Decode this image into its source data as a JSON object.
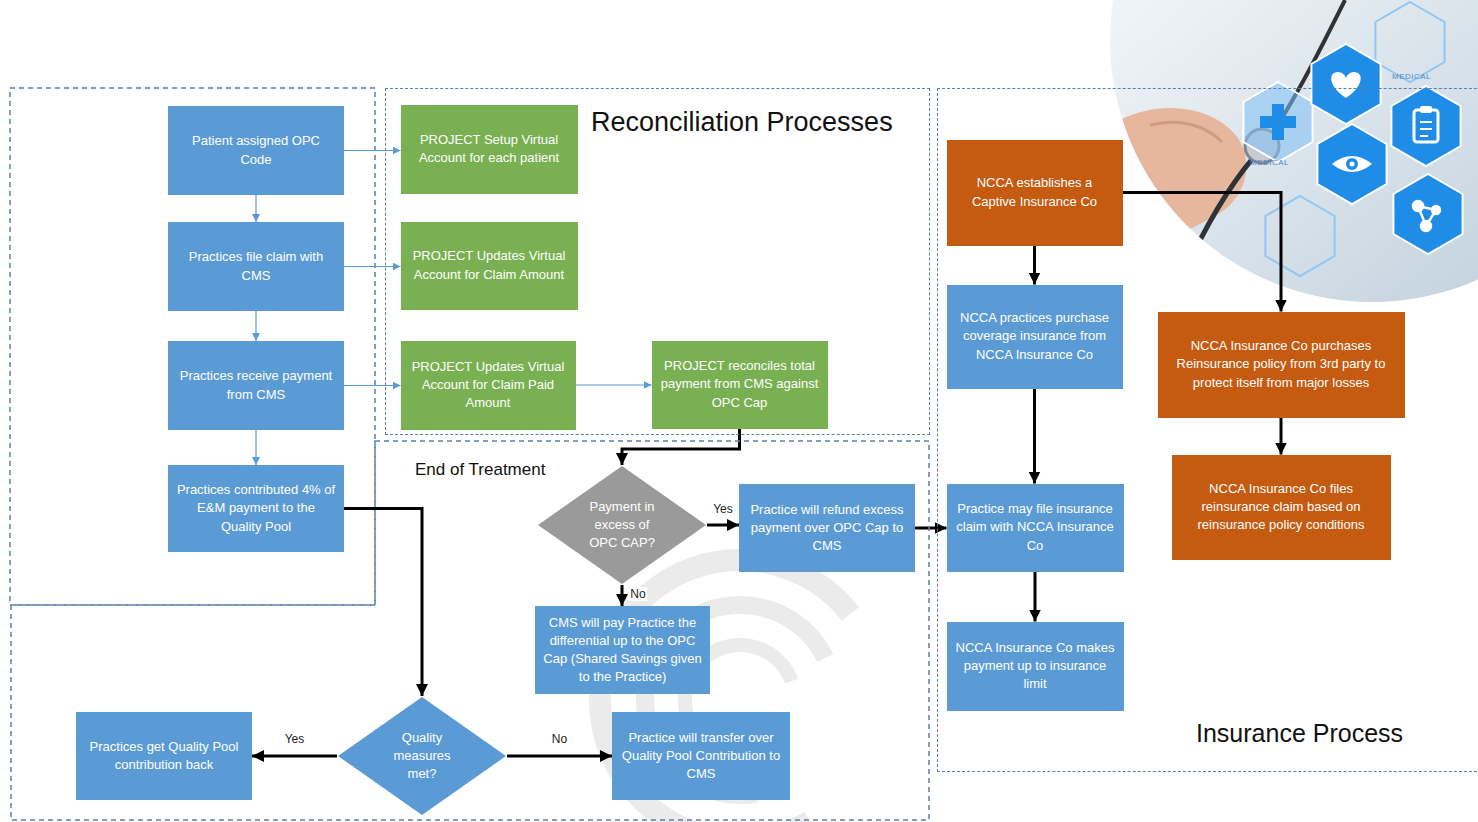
{
  "diagram": {
    "nodes": [
      {
        "text": [
          "Patient assigned OPC Code"
        ]
      },
      {
        "text": [
          "Practices file claim with CMS"
        ]
      },
      {
        "text": [
          "Practices receive payment from CMS"
        ]
      },
      {
        "text": [
          "Practices contributed 4% of E&M payment to the Quality Pool"
        ]
      },
      {
        "text": [
          "Reconciliation Processes"
        ]
      },
      {
        "text": [
          "PROJECT Setup Virtual Account for each patient"
        ],
        "in": 4
      },
      {
        "text": [
          "PROJECT Updates Virtual Account for Claim Amount"
        ],
        "in": 4
      },
      {
        "text": [
          "PROJECT Updates Virtual Account for Claim Paid Amount"
        ],
        "in": 4
      },
      {
        "text": [
          "PROJECT reconciles total payment from CMS against OPC Cap"
        ],
        "in": 4
      },
      {
        "text": [
          "End of Treatment"
        ]
      },
      {
        "text": [
          "Payment in excess of OPC CAP?"
        ],
        "in": 9
      },
      {
        "text": [
          "Practice will refund excess payment over OPC Cap to CMS"
        ],
        "in": 9
      },
      {
        "text": [
          "CMS will pay Practice the differential up to the OPC Cap (Shared Savings given to the Practice)"
        ],
        "in": 9
      },
      {
        "text": [
          "Quality measures met?"
        ],
        "in": 9
      },
      {
        "text": [
          "Practices get Quality Pool contribution back"
        ],
        "in": 9
      },
      {
        "text": [
          "Practice will transfer over Quality Pool Contribution to CMS"
        ],
        "in": 9
      },
      {
        "text": [
          "Insurance Process"
        ]
      },
      {
        "text": [
          "NCCA establishes a Captive Insurance Co"
        ],
        "in": 16
      },
      {
        "text": [
          "NCCA practices purchase coverage insurance from NCCA Insurance Co"
        ],
        "in": 16
      },
      {
        "text": [
          "NCCA Insurance Co purchases Reinsurance policy from 3rd party to protect itself from major losses"
        ],
        "in": 16
      },
      {
        "text": [
          "NCCA Insurance Co files reinsurance claim based on reinsurance policy conditions"
        ],
        "in": 16
      },
      {
        "text": [
          "Practice may file insurance claim with NCCA Insurance Co"
        ],
        "in": 16
      },
      {
        "text": [
          "NCCA Insurance Co makes payment up to insurance limit"
        ],
        "in": 16
      }
    ],
    "edges": [
      {
        "from": 0,
        "to": 1,
        "arrow": "to"
      },
      {
        "from": 1,
        "to": 2,
        "arrow": "to"
      },
      {
        "from": 2,
        "to": 3,
        "arrow": "to"
      },
      {
        "from": 0,
        "to": 5,
        "arrow": "to"
      },
      {
        "from": 1,
        "to": 6,
        "arrow": "to"
      },
      {
        "from": 2,
        "to": 7,
        "arrow": "to"
      },
      {
        "from": 7,
        "to": 8,
        "arrow": "to"
      },
      {
        "from": 8,
        "to": 10,
        "arrow": "to"
      },
      {
        "from": 10,
        "to": 11,
        "label": "Yes",
        "arrow": "to"
      },
      {
        "from": 10,
        "to": 12,
        "label": "No",
        "arrow": "to"
      },
      {
        "from": 3,
        "to": 13,
        "arrow": "to"
      },
      {
        "from": 13,
        "to": 14,
        "label": "Yes",
        "arrow": "to"
      },
      {
        "from": 13,
        "to": 15,
        "label": "No",
        "arrow": "to"
      },
      {
        "from": 11,
        "to": 21,
        "arrow": "to"
      },
      {
        "from": 17,
        "to": 18,
        "arrow": "to"
      },
      {
        "from": 17,
        "to": 19,
        "arrow": "to"
      },
      {
        "from": 18,
        "to": 21,
        "arrow": "to"
      },
      {
        "from": 21,
        "to": 22,
        "arrow": "to"
      },
      {
        "from": 19,
        "to": 20,
        "arrow": "to"
      }
    ],
    "labels": [
      "MEDICAL",
      "MEDICAL"
    ]
  }
}
